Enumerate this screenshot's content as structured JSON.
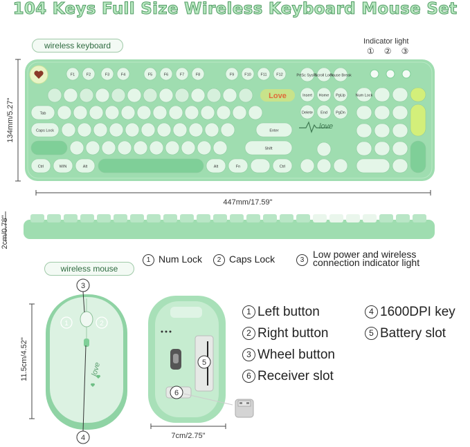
{
  "title": "104 Keys Full Size Wireless Keyboard Mouse Set",
  "keyboard": {
    "label": "wireless keyboard",
    "indicator_title": "Indicator light",
    "indicator_numbers": [
      "①",
      "②",
      "③"
    ],
    "height_dim": "134mm/5.27\"",
    "width_dim": "447mm/17.59\"",
    "thickness_dim": "2cm/0.78\"",
    "indicators_legend": [
      {
        "num": "1",
        "text": "Num Lock"
      },
      {
        "num": "2",
        "text": "Caps  Lock"
      },
      {
        "num": "3",
        "text": "Low power and wireless connection indicator light"
      }
    ],
    "key_labels": {
      "esc_row": [
        "F1",
        "F2",
        "F3",
        "F4",
        "F5",
        "F6",
        "F7",
        "F8",
        "F9",
        "F10",
        "F11",
        "F12"
      ],
      "nav": [
        "PrtSc SysRq",
        "Scroll Lock",
        "Pause Break",
        "Insert",
        "Home",
        "PgUp",
        "Delete",
        "End",
        "PgDn"
      ],
      "tab": "Tab",
      "caps": "Caps Lock",
      "shift": "Shift",
      "enter": "Enter",
      "ctrl": "Ctrl",
      "win": "WIN",
      "alt": "Alt",
      "fn": "Fn",
      "num_lock": "Num Lock",
      "sticker": "Love",
      "logo_text": "love"
    }
  },
  "mouse": {
    "label": "wireless mouse",
    "height_dim": "11.5cm/4.52\"",
    "width_dim": "7cm/2.75\"",
    "callouts": [
      "1",
      "2",
      "3",
      "4",
      "5",
      "6"
    ],
    "legend": [
      {
        "num": "1",
        "text": "Left button"
      },
      {
        "num": "4",
        "text": "1600DPI key"
      },
      {
        "num": "2",
        "text": "Right button"
      },
      {
        "num": "5",
        "text": "Battery slot"
      },
      {
        "num": "3",
        "text": "Wheel button"
      },
      {
        "num": "6",
        "text": "Receiver slot"
      }
    ]
  },
  "colors": {
    "body": "#9fddb0",
    "key": "#e4f6e8",
    "key_dark": "#7fcf98",
    "accent_lime": "#d3ef7a",
    "title_fill": "#b8e8c0",
    "title_stroke": "#4f9a62"
  }
}
